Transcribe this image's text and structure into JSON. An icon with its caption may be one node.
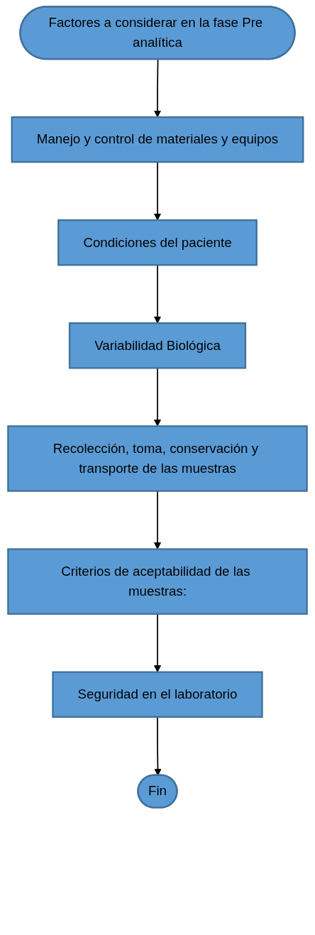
{
  "diagram": {
    "nodes": [
      {
        "text": [
          "Factores a considerar en la fase Pre analítica"
        ]
      },
      {
        "text": [
          "Manejo y control de materiales y equipos"
        ]
      },
      {
        "text": [
          "Condiciones del paciente"
        ]
      },
      {
        "text": [
          "Variabilidad Biológica"
        ]
      },
      {
        "text": [
          "Recolección, toma, conservación y transporte de las muestras"
        ]
      },
      {
        "text": [
          "Criterios de aceptabilidad de las muestras:"
        ]
      },
      {
        "text": [
          "Seguridad en el laboratorio"
        ]
      },
      {
        "text": [
          "Fin"
        ]
      }
    ],
    "edges": [
      {
        "from": 0,
        "to": 1,
        "arrow": "to"
      },
      {
        "from": 1,
        "to": 2,
        "arrow": "to"
      },
      {
        "from": 2,
        "to": 3,
        "arrow": "to"
      },
      {
        "from": 3,
        "to": 4,
        "arrow": "to"
      },
      {
        "from": 4,
        "to": 5,
        "arrow": "to"
      },
      {
        "from": 5,
        "to": 6,
        "arrow": "to"
      },
      {
        "from": 6,
        "to": 7,
        "arrow": "to"
      }
    ]
  }
}
